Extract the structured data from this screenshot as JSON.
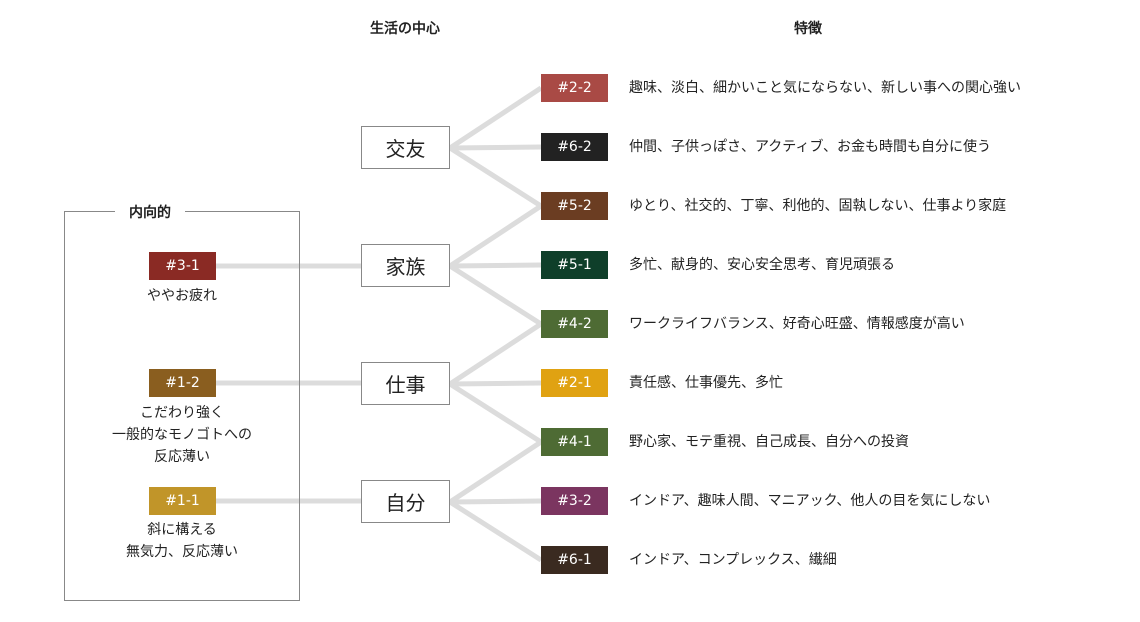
{
  "headers": {
    "center": "生活の中心",
    "traits": "特徴"
  },
  "left_panel": {
    "title": "内向的",
    "items": [
      {
        "code": "#3-1",
        "color": "#8a2a24",
        "desc": [
          "ややお疲れ"
        ]
      },
      {
        "code": "#1-2",
        "color": "#8a5e1f",
        "desc": [
          "こだわり強く",
          "一般的なモノゴトへの",
          "反応薄い"
        ]
      },
      {
        "code": "#1-1",
        "color": "#c19529",
        "desc": [
          "斜に構える",
          "無気力、反応薄い"
        ]
      }
    ]
  },
  "centers": [
    "交友",
    "家族",
    "仕事",
    "自分"
  ],
  "traits": [
    {
      "code": "#2-2",
      "color": "#a94a45",
      "text": "趣味、淡白、細かいこと気にならない、新しい事への関心強い"
    },
    {
      "code": "#6-2",
      "color": "#222222",
      "text": "仲間、子供っぽさ、アクティブ、お金も時間も自分に使う"
    },
    {
      "code": "#5-2",
      "color": "#6b3d22",
      "text": "ゆとり、社交的、丁寧、利他的、固執しない、仕事より家庭"
    },
    {
      "code": "#5-1",
      "color": "#0f3f2a",
      "text": "多忙、献身的、安心安全思考、育児頑張る"
    },
    {
      "code": "#4-2",
      "color": "#4e6b34",
      "text": "ワークライフバランス、好奇心旺盛、情報感度が高い"
    },
    {
      "code": "#2-1",
      "color": "#e0a212",
      "text": "責任感、仕事優先、多忙"
    },
    {
      "code": "#4-1",
      "color": "#4e6b34",
      "text": "野心家、モテ重視、自己成長、自分への投資"
    },
    {
      "code": "#3-2",
      "color": "#7b3560",
      "text": "インドア、趣味人間、マニアック、他人の目を気にしない"
    },
    {
      "code": "#6-1",
      "color": "#3a2a20",
      "text": "インドア、コンプレックス、繊細"
    }
  ]
}
